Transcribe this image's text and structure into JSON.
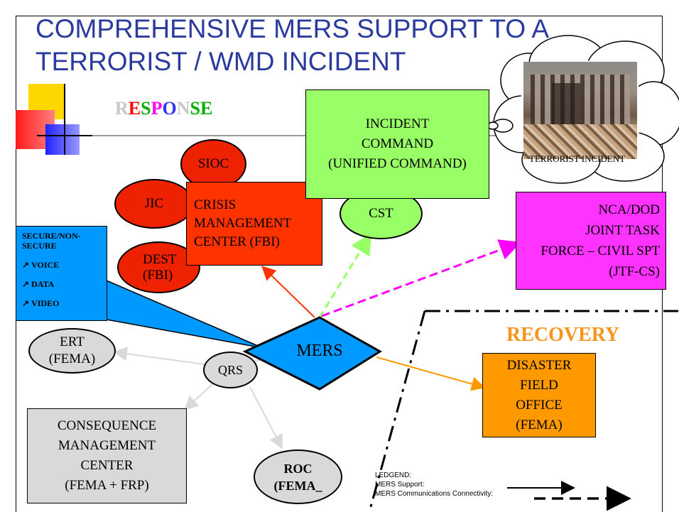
{
  "title": {
    "line1": "COMPREHENSIVE MERS SUPPORT TO A",
    "line2": "TERRORIST / WMD INCIDENT",
    "color": "#2a3a9e"
  },
  "response": {
    "letters": [
      {
        "ch": "R",
        "color": "#c8c8c8"
      },
      {
        "ch": "E",
        "color": "#ff0000"
      },
      {
        "ch": "S",
        "color": "#00b000"
      },
      {
        "ch": "P",
        "color": "#ff00ff"
      },
      {
        "ch": "O",
        "color": "#3333ff"
      },
      {
        "ch": "N",
        "color": "#c8c8c8"
      },
      {
        "ch": "S",
        "color": "#00b000"
      },
      {
        "ch": "E",
        "color": "#00b000"
      }
    ]
  },
  "recovery_label": "RECOVERY",
  "incident_command": {
    "line1": "INCIDENT",
    "line2": "COMMAND",
    "line3": "(UNIFIED COMMAND)",
    "color": "#99ff66"
  },
  "terrorist_incident": {
    "caption": "TERRORIST INCIDENT"
  },
  "sioc": "SIOC",
  "jic": "JIC",
  "dest": {
    "line1": "DEST",
    "line2": "(FBI)"
  },
  "crisis": {
    "line1": "CRISIS",
    "line2": "MANAGEMENT",
    "line3": "CENTER (FBI)",
    "color": "#ff3300"
  },
  "cst": "CST",
  "jtf": {
    "line1": "NCA/DOD",
    "line2": "JOINT TASK",
    "line3": "FORCE – CIVIL SPT",
    "line4": "(JTF-CS)",
    "color": "#ff33ff"
  },
  "callout": {
    "line1": "SECURE/NON-",
    "line2": "SECURE",
    "items": [
      "VOICE",
      "DATA",
      "VIDEO"
    ],
    "bullet": "↗",
    "color": "#0099ff"
  },
  "mers": "MERS",
  "ert": {
    "line1": "ERT",
    "line2": "(FEMA)"
  },
  "qrs": "QRS",
  "cmc": {
    "line1": "CONSEQUENCE",
    "line2": "MANAGEMENT",
    "line3": "CENTER",
    "line4": "(FEMA + FRP)"
  },
  "roc": {
    "line1": "ROC",
    "line2": "(FEMA_"
  },
  "dfo": {
    "line1": "DISASTER",
    "line2": "FIELD",
    "line3": "OFFICE",
    "line4": "(FEMA)",
    "color": "#ff9900"
  },
  "legend": {
    "title": "LEDGEND:",
    "support": "MERS Support:",
    "comms": "MERS Communications Connectivity:"
  },
  "colors": {
    "red_ellipse": "#ee2200",
    "green_ellipse": "#99ff66",
    "gray": "#d9d9d9",
    "arrow_orange": "#ff9900",
    "arrow_red": "#ff3300",
    "arrow_green": "#99ff66",
    "arrow_magenta": "#ff00ff"
  }
}
